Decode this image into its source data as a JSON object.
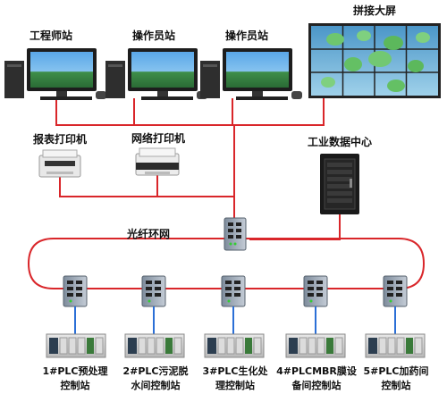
{
  "workstations": [
    {
      "label": "工程师站"
    },
    {
      "label": "操作员站"
    },
    {
      "label": "操作员站"
    }
  ],
  "video_wall": {
    "label": "拼接大屏"
  },
  "printers": [
    {
      "label": "报表打印机"
    },
    {
      "label": "网络打印机"
    }
  ],
  "data_center": {
    "label": "工业数据中心"
  },
  "ring": {
    "label": "光纤环网"
  },
  "stations": [
    {
      "line1": "1#PLC预处理",
      "line2": "控制站"
    },
    {
      "line1": "2#PLC污泥脱",
      "line2": "水间控制站"
    },
    {
      "line1": "3#PLC生化处",
      "line2": "理控制站"
    },
    {
      "line1": "4#PLCMBR膜设",
      "line2": "备间控制站"
    },
    {
      "line1": "5#PLC加药间",
      "line2": "控制站"
    }
  ],
  "colors": {
    "network": "#d9262a",
    "link": "#2b6fd6"
  }
}
